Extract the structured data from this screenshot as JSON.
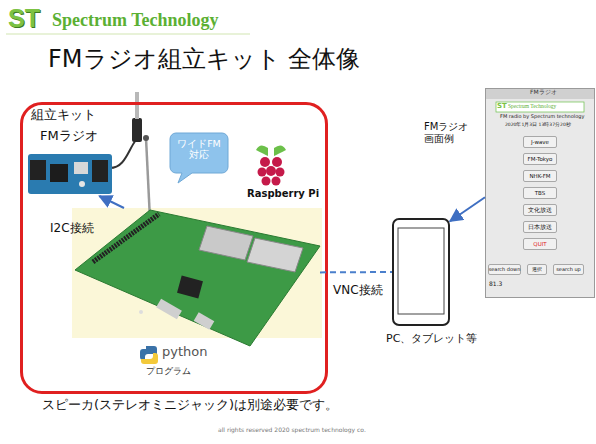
{
  "diagram": {
    "title": "FMラジオ組立キット 全体像",
    "caption": "スピーカ(ステレオミニジャック)は別途必要です。",
    "nodes": [
      {
        "text": [
          "組立キット"
        ]
      },
      {
        "text": [
          "FMラジオ"
        ],
        "in": 0
      },
      {
        "text": [
          "ワイドFM 対応"
        ],
        "in": 0
      },
      {
        "text": [
          "Raspberry Pi"
        ],
        "in": 0
      },
      {
        "text": [
          "PC、タブレット等"
        ]
      },
      {
        "text": [
          "FMラジオ 画面例"
        ]
      },
      {
        "text": [
          "J-wave"
        ],
        "in": 5
      },
      {
        "text": [
          "FM-Tokyo"
        ],
        "in": 5
      },
      {
        "text": [
          "NHK-FM"
        ],
        "in": 5
      },
      {
        "text": [
          "TBS"
        ],
        "in": 5
      },
      {
        "text": [
          "文化放送"
        ],
        "in": 5
      },
      {
        "text": [
          "日本放送"
        ],
        "in": 5
      },
      {
        "text": [
          "QUIT"
        ],
        "in": 5
      },
      {
        "text": [
          "search down"
        ],
        "in": 5
      },
      {
        "text": [
          "選択"
        ],
        "in": 5
      },
      {
        "text": [
          "search up"
        ],
        "in": 5
      }
    ],
    "edges": [
      {
        "from": 3,
        "to": 1,
        "arrow": "to",
        "label": "I2C接続"
      },
      {
        "from": 3,
        "to": 4,
        "arrow": "none",
        "label": "VNC接続"
      },
      {
        "from": 5,
        "to": 4,
        "arrow": "to"
      }
    ],
    "labels": [
      "ST",
      "Spectrum Technology",
      "python",
      "プログラム",
      "all rights reserved 2020 spectrum technology co.",
      "FMラジオ",
      "ST",
      "Spectrum Technology",
      "FM radio by Spectrum technology",
      "2020年1月3日 13時37分20秒",
      "81.3"
    ]
  }
}
